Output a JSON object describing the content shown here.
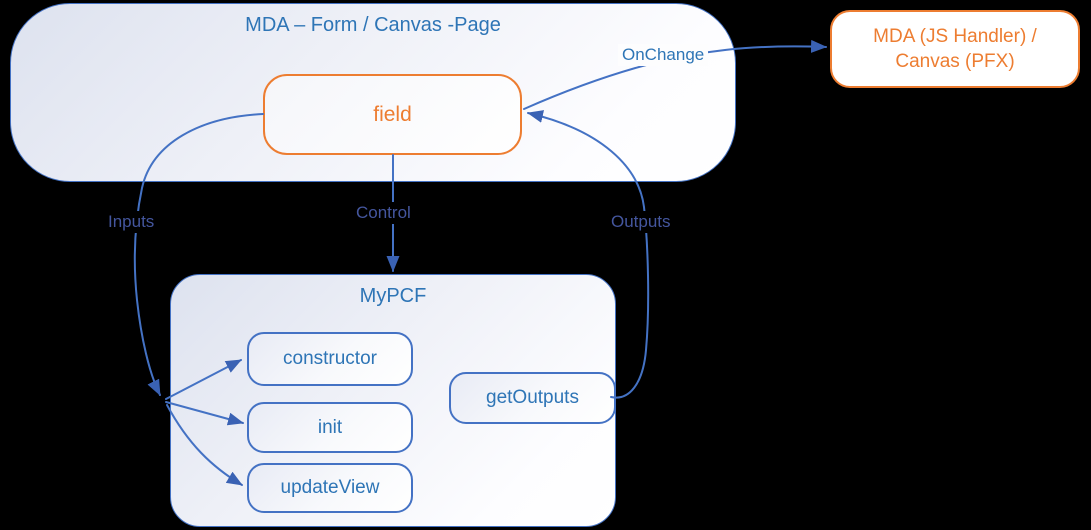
{
  "palette": {
    "bg": "#000000",
    "blue": "#4472C4",
    "blue-head": "#3A62B4",
    "text-blue": "#2E75B6",
    "label-blue": "#44569E",
    "orange": "#ED7D31"
  },
  "nodes": {
    "form_page": {
      "label": "MDA – Form / Canvas -Page"
    },
    "field": {
      "label": "field"
    },
    "js_handler": {
      "line1": "MDA (JS Handler) /",
      "line2": "Canvas (PFX)"
    },
    "mypcf": {
      "label": "MyPCF"
    },
    "constructor_node": {
      "label": "constructor"
    },
    "init_node": {
      "label": "init"
    },
    "updateview_node": {
      "label": "updateView"
    },
    "getoutputs_node": {
      "label": "getOutputs"
    }
  },
  "edges": {
    "inputs": {
      "label": "Inputs",
      "from": "field",
      "to": "mypcf-lifecycle-methods"
    },
    "control": {
      "label": "Control",
      "from": "field",
      "to": "mypcf"
    },
    "outputs": {
      "label": "Outputs",
      "from": "getOutputs",
      "to": "field"
    },
    "onchange": {
      "label": "OnChange",
      "from": "field",
      "to": "js_handler"
    }
  }
}
